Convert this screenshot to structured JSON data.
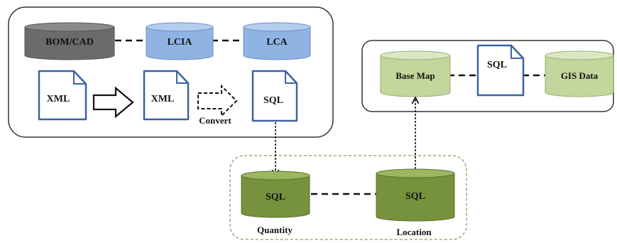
{
  "databases": {
    "bom_cad": {
      "label": "BOM/CAD",
      "fill": "#6b6b6b",
      "top": "#8a8a8a"
    },
    "lcia": {
      "label": "LCIA",
      "fill": "#8fb4e3",
      "top": "#b5cdee"
    },
    "lca": {
      "label": "LCA",
      "fill": "#8fb4e3",
      "top": "#b5cdee"
    },
    "base_map": {
      "label": "Base Map",
      "fill": "#c3d69b",
      "top": "#dbe6c3"
    },
    "gis_data": {
      "label": "GIS Data",
      "fill": "#c3d69b",
      "top": "#dbe6c3"
    },
    "quantity_db": {
      "label": "SQL",
      "fill": "#76923c",
      "top": "#9bb85e"
    },
    "location_db": {
      "label": "SQL",
      "fill": "#76923c",
      "top": "#9bb85e"
    }
  },
  "documents": {
    "xml_source": {
      "label": "XML"
    },
    "xml_target": {
      "label": "XML"
    },
    "sql_output": {
      "label": "SQL"
    },
    "sql_gis": {
      "label": "SQL"
    }
  },
  "labels": {
    "convert": "Convert",
    "quantity": "Quantity",
    "location": "Location"
  },
  "colors": {
    "doc_stroke": "#3a62a0",
    "panel_stroke": "#333333",
    "dotted_group": "#8a9a5b",
    "connector": "#111111"
  }
}
